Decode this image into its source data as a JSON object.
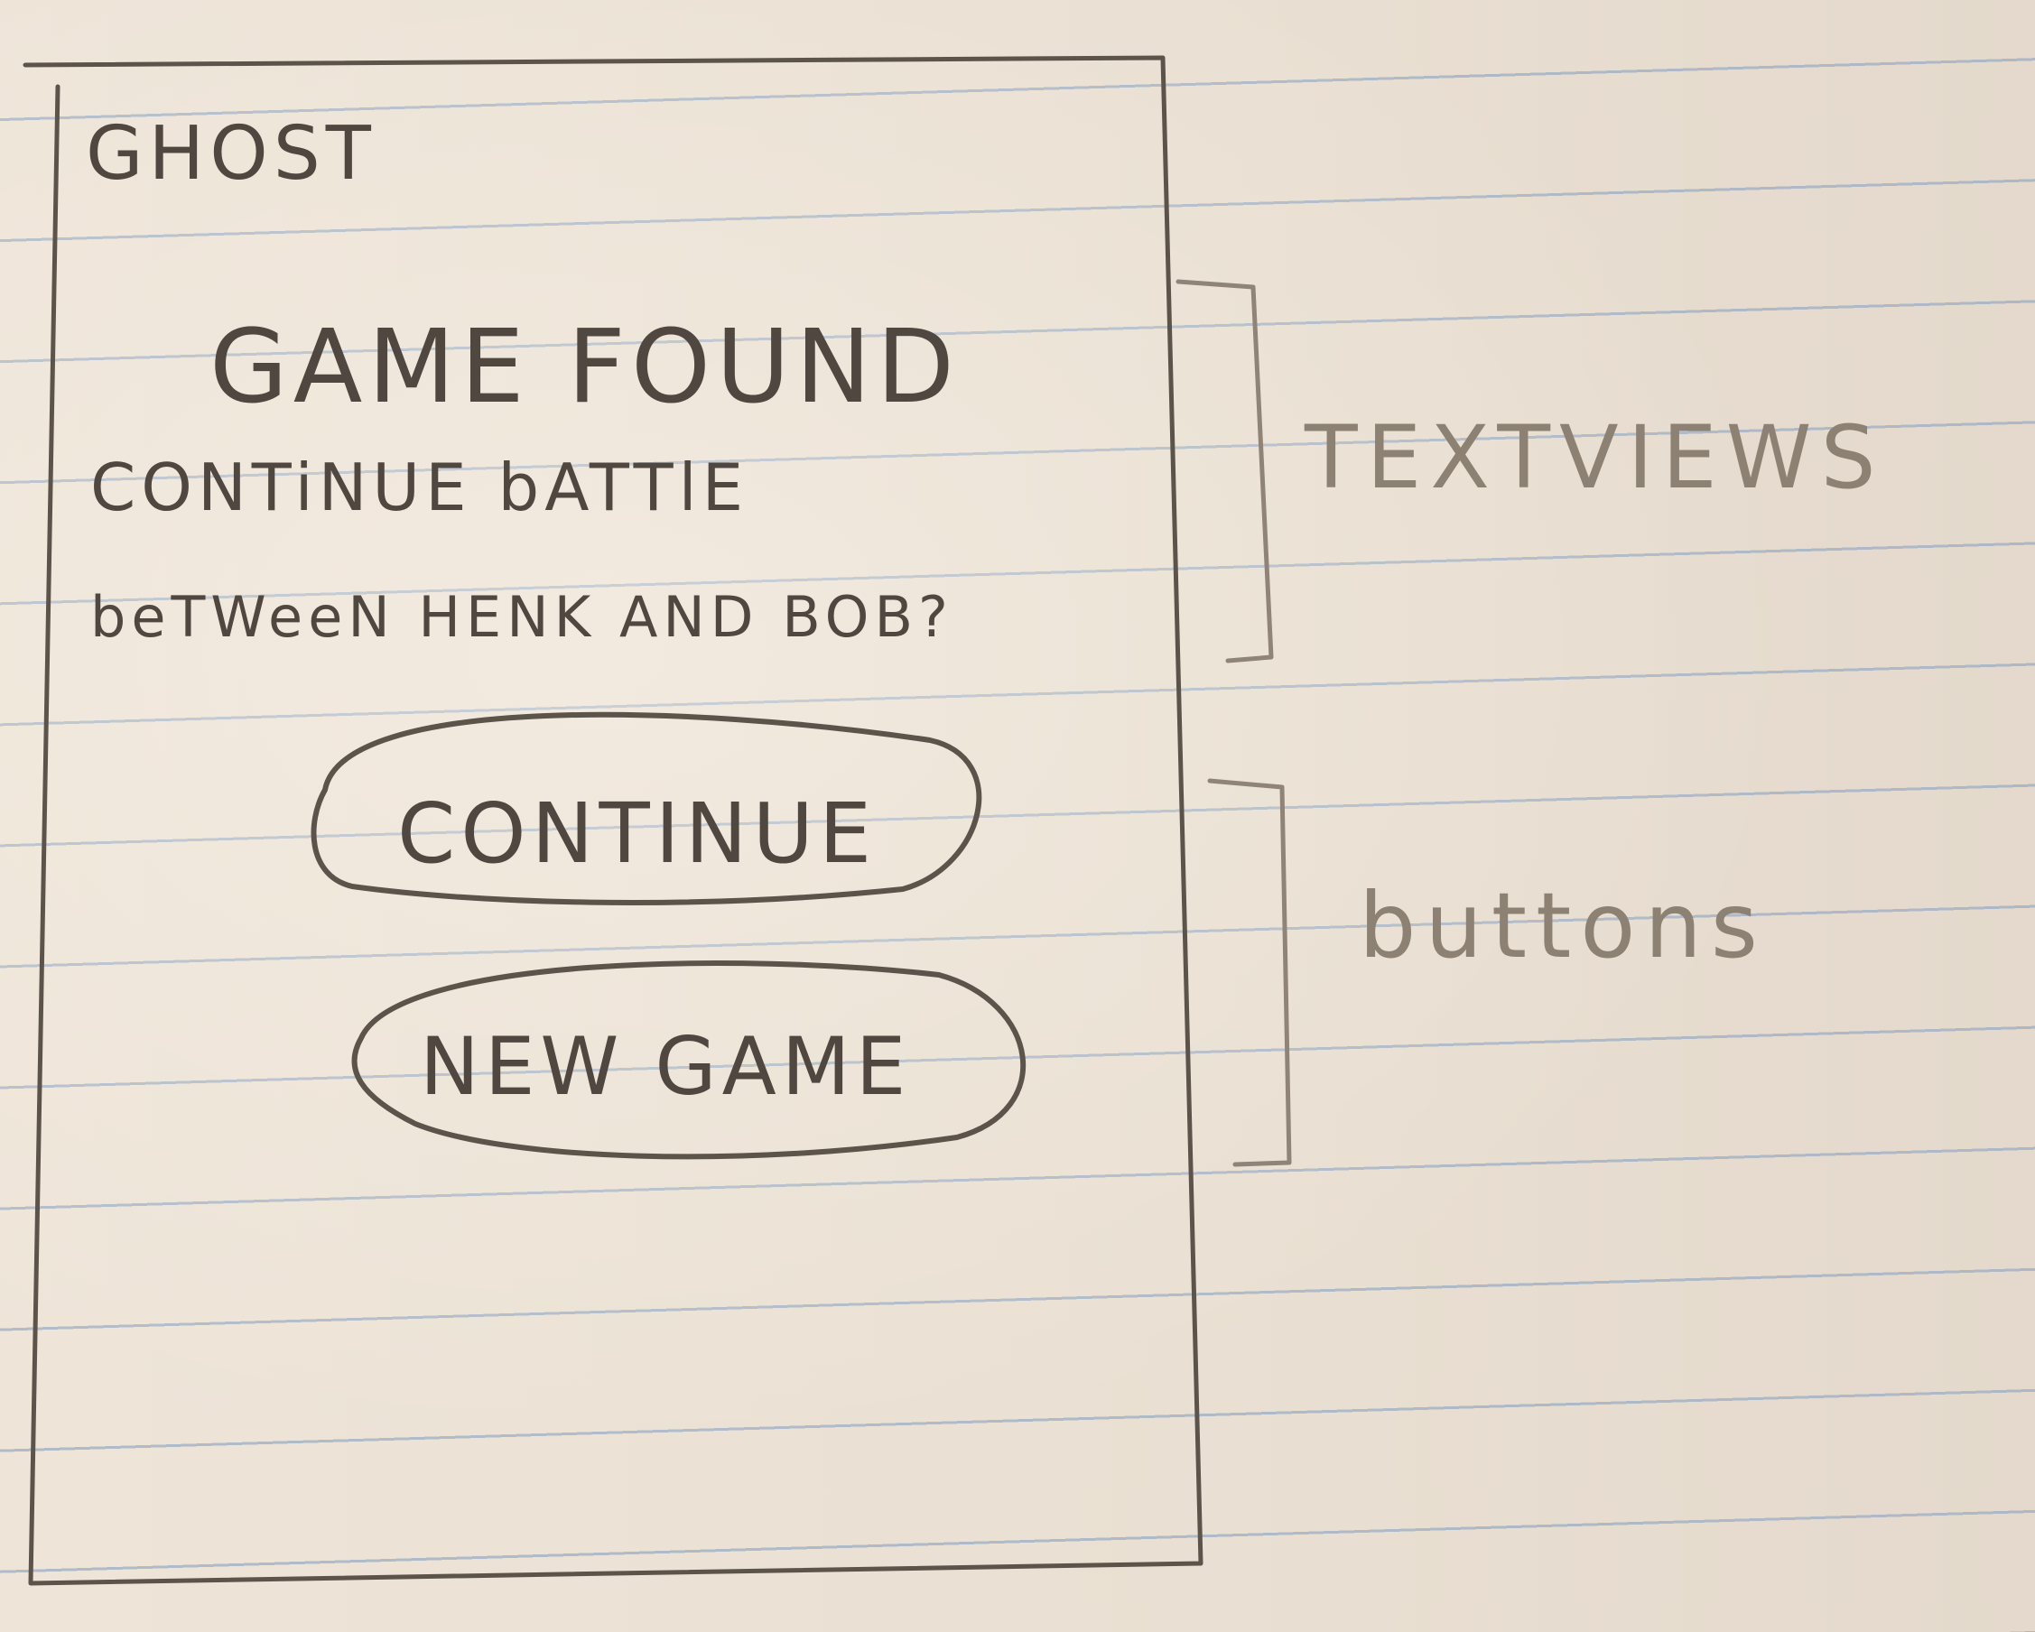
{
  "app": {
    "title": "GHOST"
  },
  "dialog": {
    "heading": "GAME FOUND",
    "message_line1": "CONTiNUE bATTlE",
    "message_line2": "beTWeeN HENK AND BOB?"
  },
  "buttons": {
    "continue_label": "CONTINUE",
    "new_game_label": "NEW GAME"
  },
  "annotations": {
    "textviews_label": "TEXTVIEWS",
    "buttons_label": "buttons"
  },
  "colors": {
    "paper": "#ebe0d3",
    "pencil": "#5c534b",
    "ruled_line": "#96aac3"
  }
}
